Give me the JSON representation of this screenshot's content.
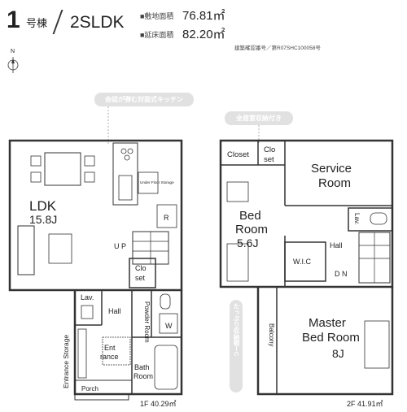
{
  "header": {
    "building_number": "1",
    "building_suffix": "号棟",
    "layout_type": "2SLDK",
    "site_area_label": "■敷地面積",
    "site_area_value": "76.81㎡",
    "floor_area_label": "■延床面積",
    "floor_area_value": "82.20㎡",
    "permit_label": "建築確認番号／第R07SHC100058号"
  },
  "compass": {
    "north": "N"
  },
  "callouts": {
    "kitchen": "会話が弾む対面式キッチン",
    "closets": "全居室収納付き",
    "balcony_storage": "たっぷり収納棚ーC",
    "entrance_storage": "Entrance Storage"
  },
  "floor1": {
    "area_label": "1F 40.29㎡",
    "rooms": {
      "ldk_name": "LDK",
      "ldk_size": "15.8J",
      "underfloor": "Under Floor Storage",
      "r": "R",
      "up": "U P",
      "closet1": "Clo",
      "closet2": "set",
      "lav": "Lav.",
      "hall": "Hall",
      "powder": "Powder Room",
      "w": "W",
      "entrance1": "Ent",
      "entrance2": "rance",
      "bath1": "Bath",
      "bath2": "Room",
      "porch": "Porch"
    }
  },
  "floor2": {
    "area_label": "2F 41.91㎡",
    "rooms": {
      "closet": "Closet",
      "closet_b1": "Clo",
      "closet_b2": "set",
      "service1": "Service",
      "service2": "Room",
      "bed1": "Bed",
      "bed2": "Room",
      "bed_size": "5.6J",
      "lav": "Lav.",
      "hall": "Hall",
      "wic": "W.I.C",
      "dn": "D N",
      "balcony": "Balcony",
      "master1": "Master",
      "master2": "Bed Room",
      "master_size": "8J"
    }
  }
}
